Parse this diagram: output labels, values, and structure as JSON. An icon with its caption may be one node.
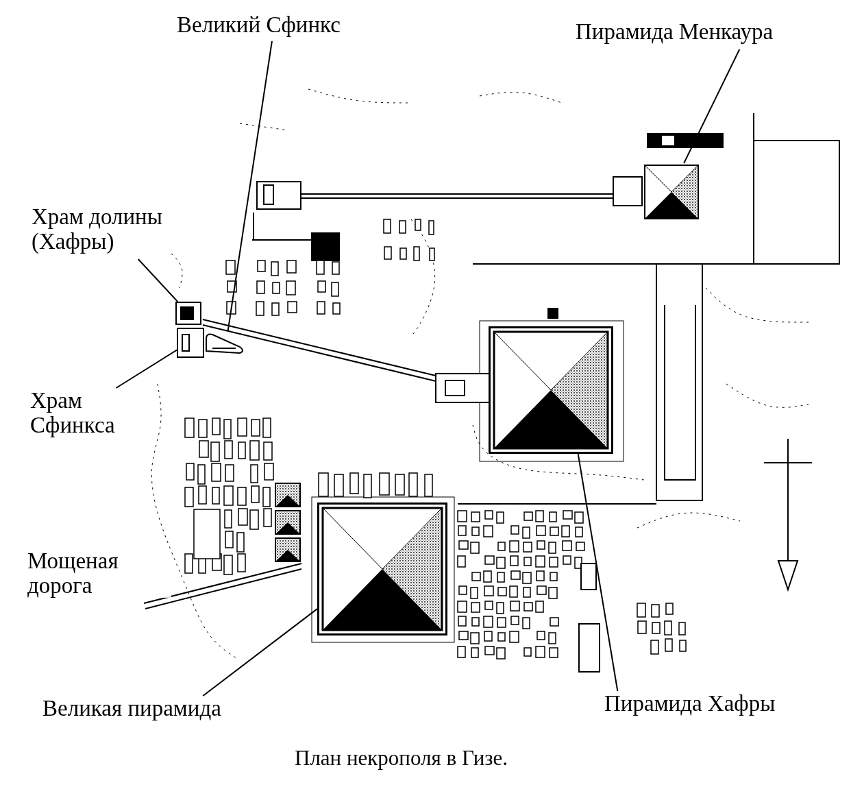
{
  "diagram": {
    "caption": "План некрополя в Гизе.",
    "nodes": [
      {
        "text": [
          "Великий Сфинкс"
        ]
      },
      {
        "text": [
          "Пирамида Менкаура"
        ]
      },
      {
        "text": [
          "Храм долины (Хафры)"
        ]
      },
      {
        "text": [
          "Храм Сфинкса"
        ]
      },
      {
        "text": [
          "Великая пирамида"
        ]
      },
      {
        "text": [
          "Пирамида Хафры"
        ]
      },
      {
        "text": [],
        "shape": "box"
      },
      {
        "text": [],
        "shape": "picture"
      },
      {
        "text": [],
        "shape": "box"
      },
      {
        "text": [],
        "shape": "box"
      },
      {
        "text": [],
        "shape": "box"
      },
      {
        "text": [],
        "shape": "box"
      }
    ],
    "edges": [
      {
        "from": 0,
        "to": 7,
        "arrow": "none"
      },
      {
        "from": 1,
        "to": 6,
        "arrow": "none"
      },
      {
        "from": 2,
        "to": 8,
        "arrow": "none"
      },
      {
        "from": 3,
        "to": 9,
        "arrow": "none"
      },
      {
        "from": 4,
        "to": 11,
        "arrow": "none"
      },
      {
        "from": 5,
        "to": 10,
        "arrow": "none"
      }
    ],
    "labels": [
      "Мощеная дорога"
    ]
  }
}
